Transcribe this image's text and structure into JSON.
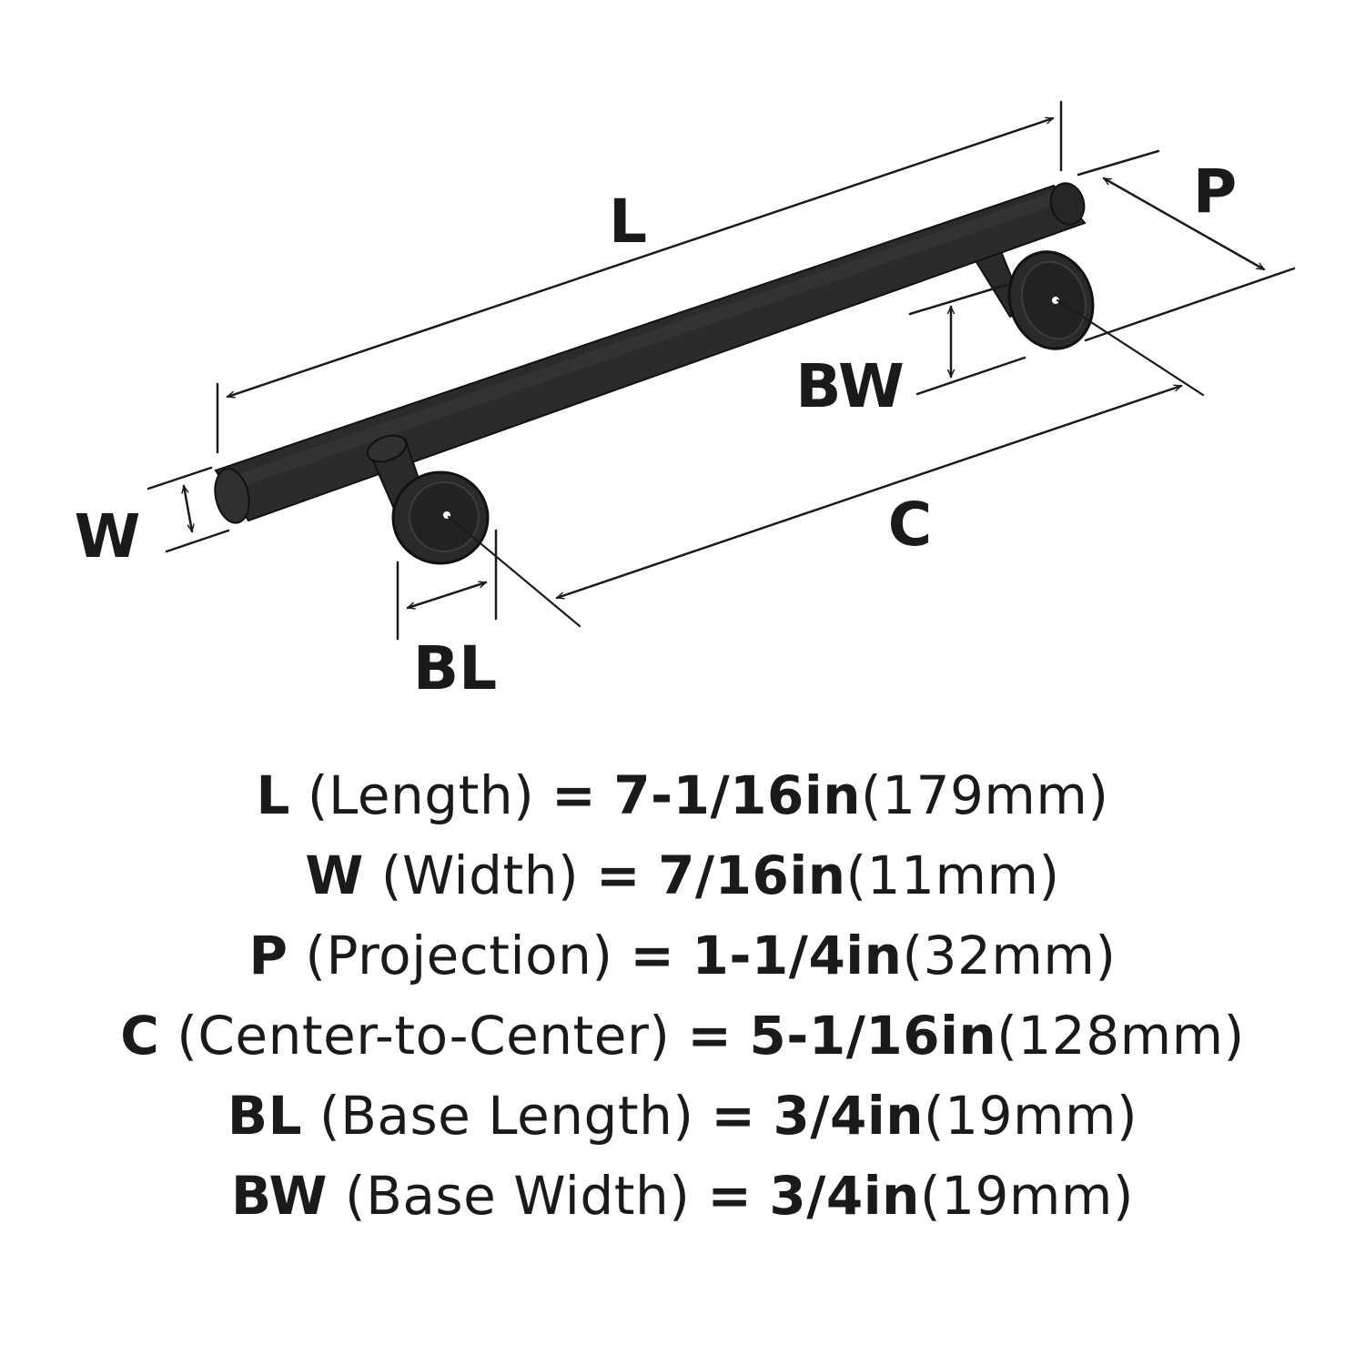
{
  "labels": {
    "L": "L",
    "P": "P",
    "BW": "BW",
    "W": "W",
    "C": "C",
    "BL": "BL"
  },
  "specs": [
    {
      "code": "L",
      "name": "(Length)",
      "eq": "=",
      "imperial": "7-1/16in",
      "metric": "(179mm)"
    },
    {
      "code": "W",
      "name": "(Width)",
      "eq": "=",
      "imperial": "7/16in",
      "metric": "(11mm)"
    },
    {
      "code": "P",
      "name": "(Projection)",
      "eq": "=",
      "imperial": "1-1/4in",
      "metric": "(32mm)"
    },
    {
      "code": "C",
      "name": "(Center-to-Center)",
      "eq": "=",
      "imperial": "5-1/16in",
      "metric": "(128mm)"
    },
    {
      "code": "BL",
      "name": "(Base Length)",
      "eq": "=",
      "imperial": "3/4in",
      "metric": "(19mm)"
    },
    {
      "code": "BW",
      "name": "(Base Width)",
      "eq": "=",
      "imperial": "3/4in",
      "metric": "(19mm)"
    }
  ],
  "colors": {
    "ink": "#1a1a1a",
    "handle_body": "#2b2b2b",
    "handle_edge": "#111111"
  }
}
